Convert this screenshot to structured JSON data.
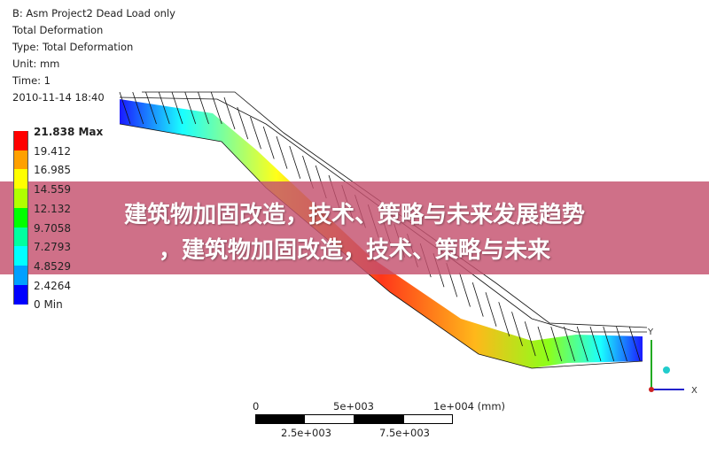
{
  "header": {
    "title": "B: Asm Project2 Dead Load only",
    "result": "Total Deformation",
    "type": "Type: Total Deformation",
    "unit": "Unit: mm",
    "time": "Time: 1",
    "date": "2010-11-14 18:40"
  },
  "legend": {
    "items": [
      {
        "label": "21.838 Max",
        "color": "#ff0000"
      },
      {
        "label": "19.412",
        "color": "#ffa000"
      },
      {
        "label": "16.985",
        "color": "#ffff00"
      },
      {
        "label": "14.559",
        "color": "#b0ff00"
      },
      {
        "label": "12.132",
        "color": "#00ff00"
      },
      {
        "label": "9.7058",
        "color": "#00ffa0"
      },
      {
        "label": "7.2793",
        "color": "#00ffff"
      },
      {
        "label": "4.8529",
        "color": "#00a0ff"
      },
      {
        "label": "2.4264",
        "color": "#0000ff"
      },
      {
        "label": "0 Min",
        "color": null
      }
    ]
  },
  "banner": {
    "line1": "建筑物加固改造，技术、策略与未来发展趋势",
    "line2": "，建筑物加固改造，技术、策略与未来",
    "color": "#c4506e"
  },
  "scale_bar": {
    "top_labels": [
      "0",
      "5e+003",
      "1e+004 (mm)"
    ],
    "bottom_labels": [
      "2.5e+003",
      "7.5e+003"
    ]
  },
  "triad": {
    "y": "Y",
    "x": "X"
  }
}
